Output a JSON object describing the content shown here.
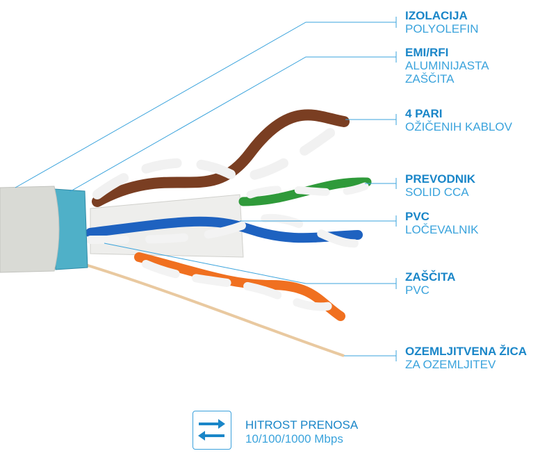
{
  "labels": [
    {
      "title": "IZOLACIJA",
      "sub": [
        "POLYOLEFIN"
      ]
    },
    {
      "title": "EMI/RFI",
      "sub": [
        "ALUMINIJASTA",
        "ZAŠČITA"
      ]
    },
    {
      "title": "4 PARI",
      "sub": [
        "OŽIČENIH KABLOV"
      ]
    },
    {
      "title": "PREVODNIK",
      "sub": [
        "SOLID CCA"
      ]
    },
    {
      "title": "PVC",
      "sub": [
        "LOČEVALNIK"
      ]
    },
    {
      "title": "ZAŠČITA",
      "sub": [
        "PVC"
      ]
    },
    {
      "title": "OZEMLJITVENA ŽICA",
      "sub": [
        "ZA OZEMLJITEV"
      ]
    }
  ],
  "speed": {
    "title": "HITROST PRENOSA",
    "value": "10/100/1000 Mbps",
    "icon": "transfer-arrows-icon"
  },
  "colors": {
    "accent": "#1a86c8",
    "brown": "#7a3e22",
    "green": "#2f9a3a",
    "blue": "#1e62c0",
    "orange": "#f07020",
    "jacket": "#d9dad5",
    "foil": "#4fb0c8"
  }
}
